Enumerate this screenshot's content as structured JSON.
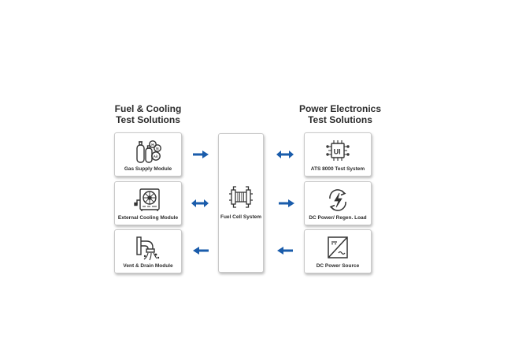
{
  "headings": {
    "left": [
      "Fuel & Cooling",
      "Test Solutions"
    ],
    "right": [
      "Power Electronics",
      "Test Solutions"
    ]
  },
  "left_modules": [
    {
      "label": "Gas Supply Module",
      "icon": "gas-cylinders-icon",
      "arrow": "right"
    },
    {
      "label": "External Cooling Module",
      "icon": "cooling-unit-icon",
      "arrow": "both"
    },
    {
      "label": "Vent & Drain Module",
      "icon": "vent-drain-pipe-icon",
      "arrow": "left"
    }
  ],
  "center": {
    "label": "Fuel Cell System",
    "icon": "fuel-cell-stack-icon"
  },
  "right_modules": [
    {
      "label": "ATS 8000 Test System",
      "icon": "ui-chip-icon",
      "icon_text": "UI",
      "arrow": "both"
    },
    {
      "label": "DC Power/ Regen. Load",
      "icon": "regen-power-icon",
      "arrow": "right"
    },
    {
      "label": "DC Power Source",
      "icon": "dc-source-icon",
      "arrow": "left"
    }
  ],
  "gas_labels": [
    "H",
    "N",
    "Air"
  ],
  "colors": {
    "arrow": "#1a5cab",
    "text": "#2b2b2b",
    "icon": "#333333",
    "border": "#c9c9c9"
  }
}
